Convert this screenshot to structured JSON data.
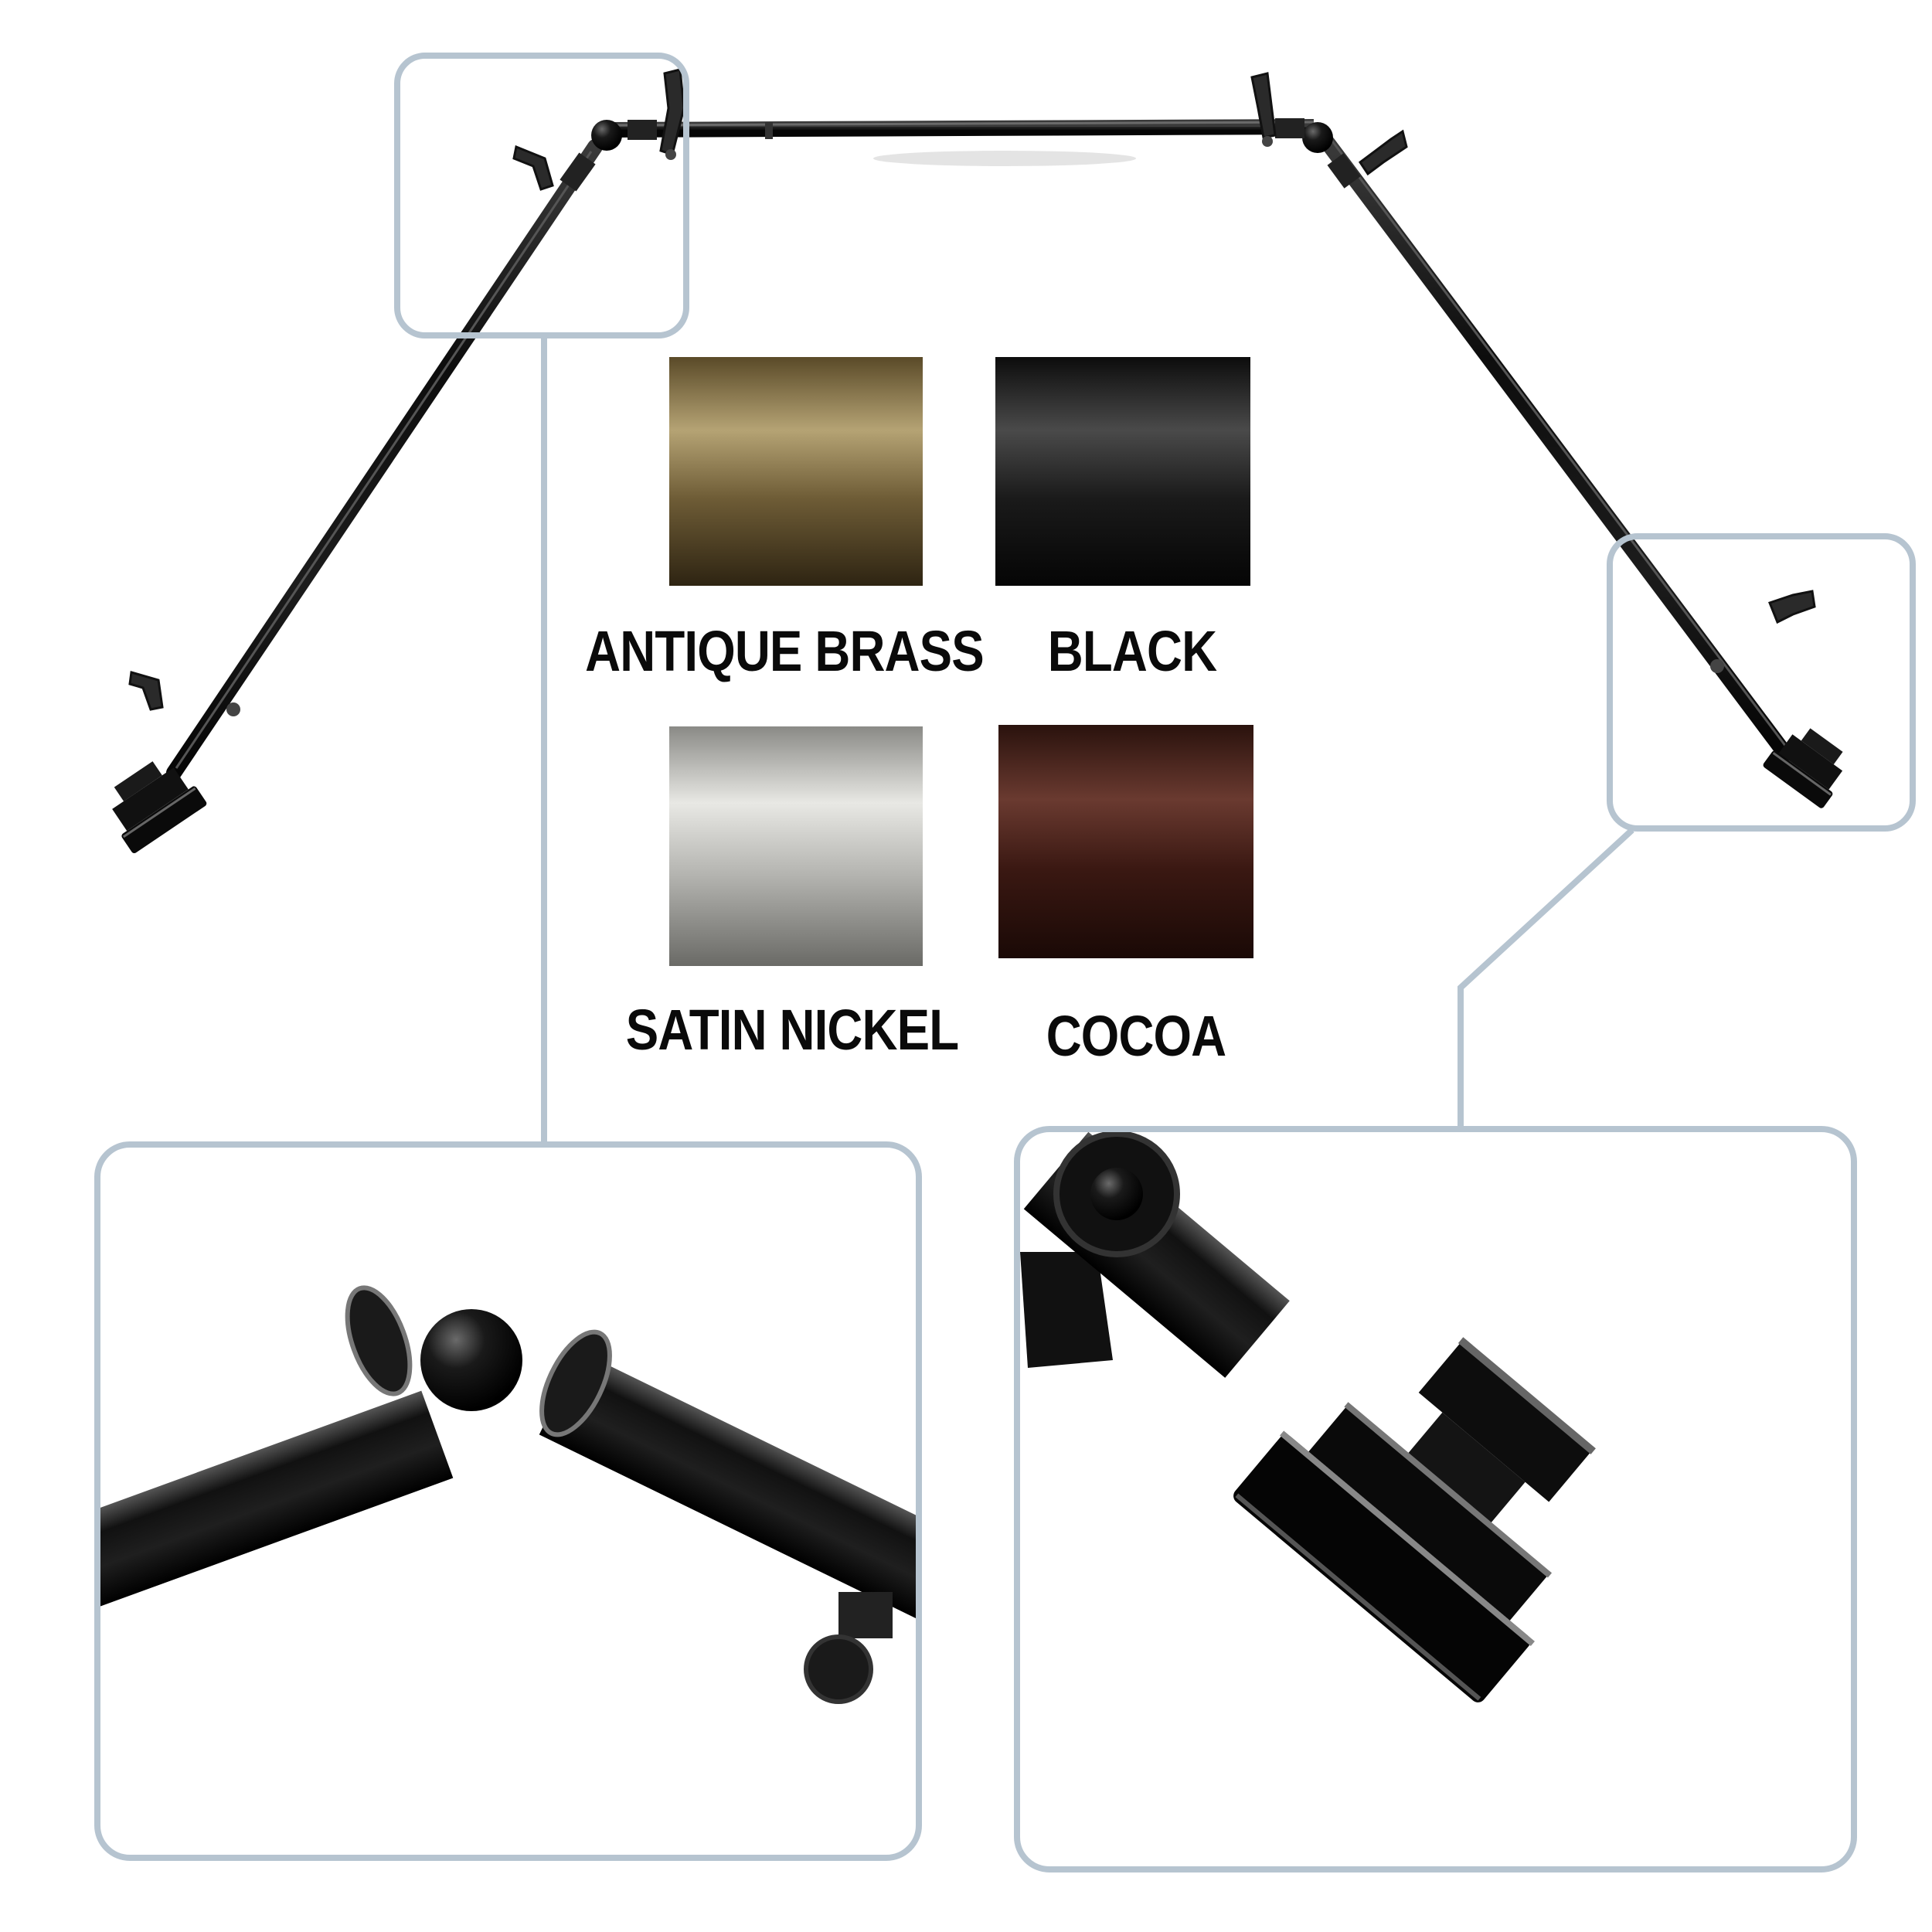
{
  "colors": {
    "callout_frame": "#b6c4d0",
    "rod": "#111111"
  },
  "finishes": [
    {
      "label": "ANTIQUE BRASS",
      "swatch_name": "antique-brass",
      "colors": [
        "#5a4a28",
        "#b5a374",
        "#6e5c36",
        "#2e2412"
      ]
    },
    {
      "label": "BLACK",
      "swatch_name": "black",
      "colors": [
        "#0c0c0c",
        "#4a4a4a",
        "#1a1a1a",
        "#050505"
      ]
    },
    {
      "label": "SATIN NICKEL",
      "swatch_name": "satin-nickel",
      "colors": [
        "#8a8a86",
        "#e8e8e4",
        "#b4b4b0",
        "#6a6a66"
      ]
    },
    {
      "label": "COCOA",
      "swatch_name": "cocoa",
      "colors": [
        "#2a120d",
        "#6a3a30",
        "#3a1812",
        "#1a0906"
      ]
    }
  ]
}
